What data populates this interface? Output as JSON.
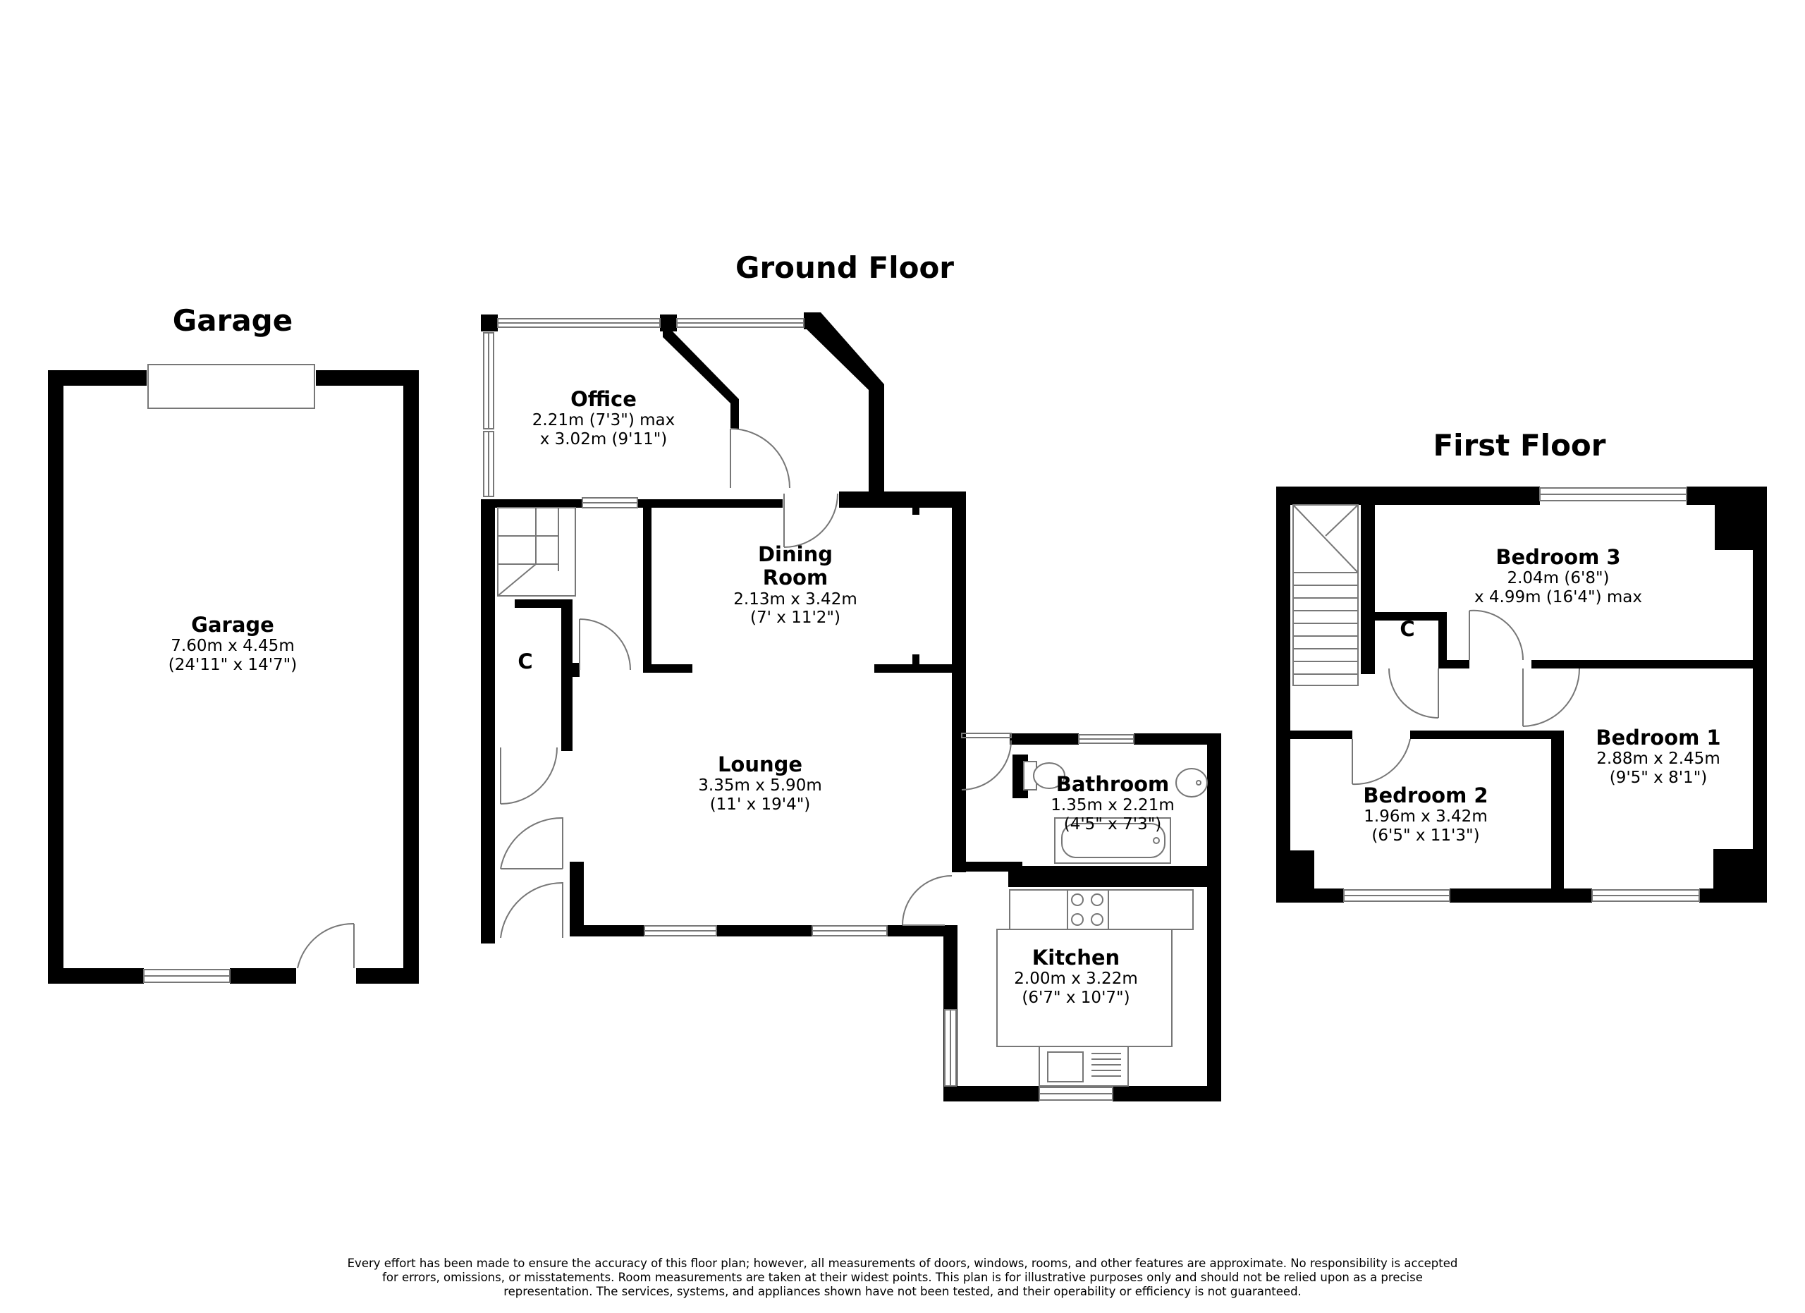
{
  "floors": {
    "garage_title": "Garage",
    "ground_title": "Ground Floor",
    "first_title": "First Floor"
  },
  "rooms": {
    "garage": {
      "name": "Garage",
      "dim_metric": "7.60m x 4.45m",
      "dim_imperial": "(24'11\" x 14'7\")"
    },
    "office": {
      "name": "Office",
      "dim_metric": "2.21m (7'3\") max",
      "dim_imperial": "x 3.02m (9'11\")"
    },
    "dining": {
      "name_line1": "Dining",
      "name_line2": "Room",
      "dim_metric": "2.13m x 3.42m",
      "dim_imperial": "(7' x 11'2\")"
    },
    "lounge": {
      "name": "Lounge",
      "dim_metric": "3.35m x 5.90m",
      "dim_imperial": "(11' x 19'4\")"
    },
    "bathroom": {
      "name": "Bathroom",
      "dim_metric": "1.35m x 2.21m",
      "dim_imperial": "(4'5\" x 7'3\")"
    },
    "kitchen": {
      "name": "Kitchen",
      "dim_metric": "2.00m x 3.22m",
      "dim_imperial": "(6'7\" x 10'7\")"
    },
    "bedroom3": {
      "name": "Bedroom 3",
      "dim_metric": "2.04m (6'8\")",
      "dim_imperial": "x 4.99m (16'4\") max"
    },
    "bedroom1": {
      "name": "Bedroom 1",
      "dim_metric": "2.88m x 2.45m",
      "dim_imperial": "(9'5\" x 8'1\")"
    },
    "bedroom2": {
      "name": "Bedroom 2",
      "dim_metric": "1.96m x 3.42m",
      "dim_imperial": "(6'5\" x 11'3\")"
    }
  },
  "closets": {
    "ground": "C",
    "first": "C"
  },
  "disclaimer": {
    "line1": "Every effort has been made to ensure the accuracy of this floor plan; however, all measurements of doors, windows, rooms, and other features are approximate. No responsibility is accepted",
    "line2": "for errors, omissions, or misstatements. Room measurements are taken at their widest points. This plan is for illustrative purposes only and should not be relied upon as a precise",
    "line3": "representation. The services, systems, and appliances shown have not been tested, and their operability or efficiency is not guaranteed."
  },
  "colors": {
    "wall": "#000000",
    "background": "#ffffff",
    "fixture": "#777777"
  }
}
